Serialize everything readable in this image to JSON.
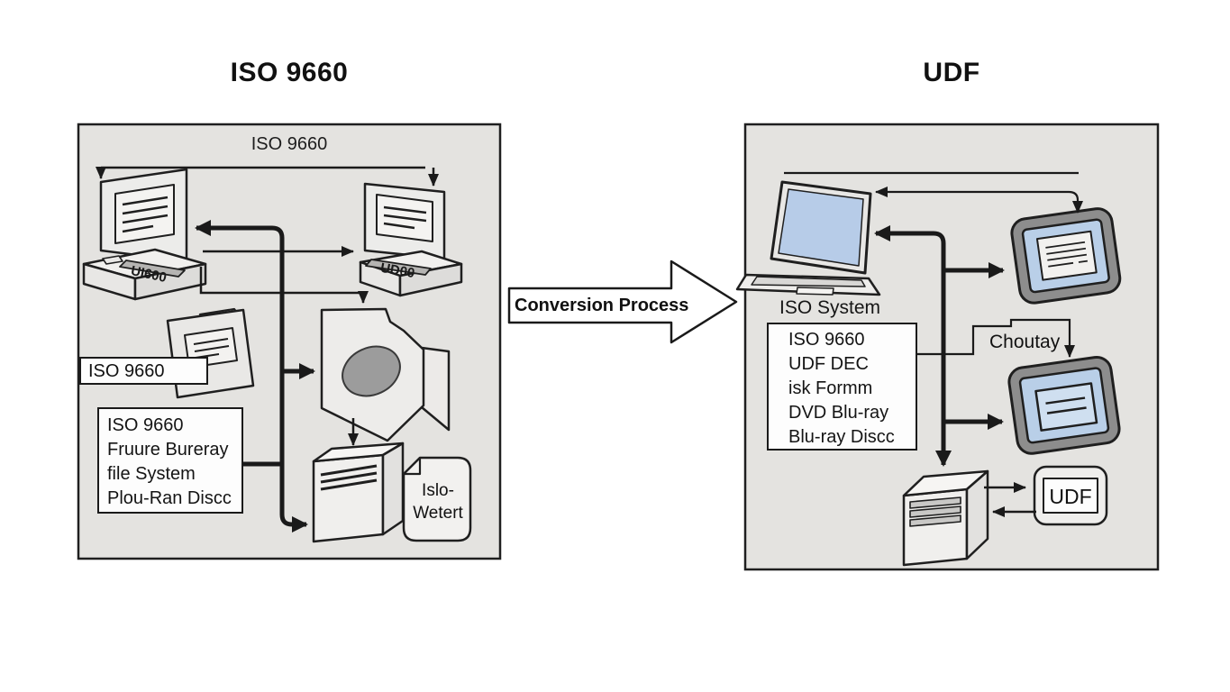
{
  "titles": {
    "left": "ISO 9660",
    "right": "UDF"
  },
  "conversion_arrow": {
    "label": "Conversion Process"
  },
  "left_panel": {
    "header": "ISO 9660",
    "drive_left_label": "UI600",
    "drive_right_label": "UD00",
    "folder_label": "ISO 9660",
    "info_box_lines": [
      "ISO 9660",
      "Fruure Bureray",
      "file System",
      "Plou-Ran Discc"
    ],
    "file_label_line1": "Islo-",
    "file_label_line2": "Wetert"
  },
  "right_panel": {
    "system_label": "ISO System",
    "info_box_lines": [
      "ISO 9660",
      "UDF DEC",
      "isk Formm",
      "DVD Blu-ray",
      "Blu-ray Discc"
    ],
    "callout_label": "Choutay",
    "udf_box_label": "UDF"
  },
  "colors": {
    "background": "#ffffff",
    "panel_fill": "#e4e3e0",
    "line": "#1a1a1a",
    "screen_blue": "#b7cce8",
    "tablet_frame_gray": "#8d8d8d",
    "disc_gray": "#9c9c9c"
  }
}
